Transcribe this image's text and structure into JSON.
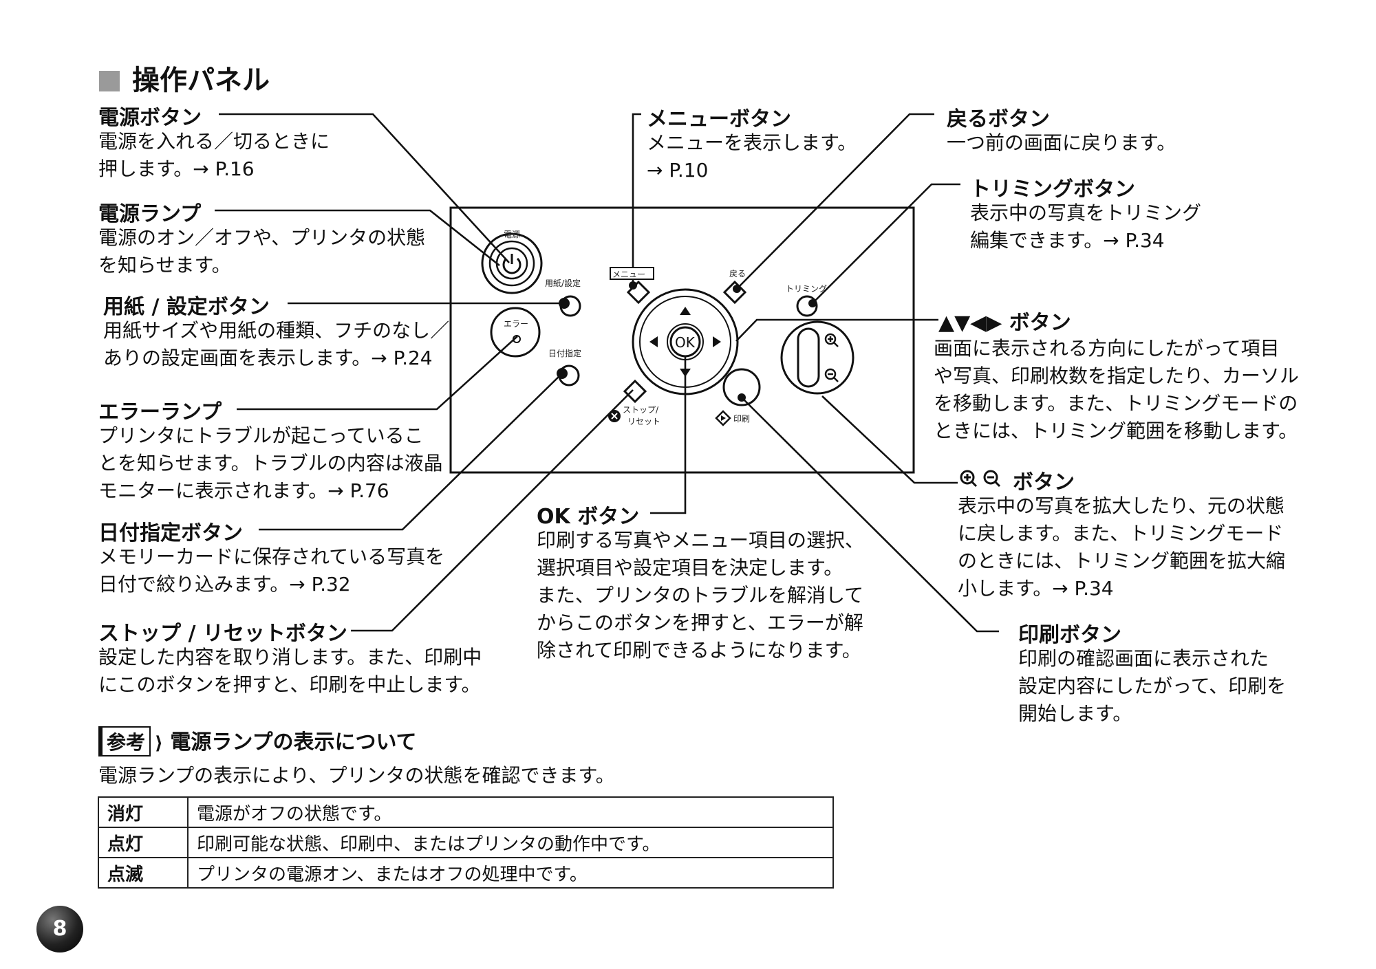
{
  "page_title": "操作パネル",
  "labels": {
    "power_button": {
      "title": "電源ボタン",
      "desc1": "電源を入れる／切るときに",
      "desc2": "押します。→ P.16"
    },
    "power_lamp": {
      "title": "電源ランプ",
      "desc1": "電源のオン／オフや、プリンタの状態",
      "desc2": "を知らせます。"
    },
    "paper_button": {
      "title": "用紙 / 設定ボタン",
      "desc1": "用紙サイズや用紙の種類、フチのなし／",
      "desc2": "ありの設定画面を表示します。→ P.24"
    },
    "error_lamp": {
      "title": "エラーランプ",
      "desc1": "プリンタにトラブルが起こっているこ",
      "desc2": "とを知らせます。トラブルの内容は液晶",
      "desc3": "モニターに表示されます。→ P.76"
    },
    "date_button": {
      "title": "日付指定ボタン",
      "desc1": "メモリーカードに保存されている写真を",
      "desc2": "日付で絞り込みます。→ P.32"
    },
    "stop_button": {
      "title": "ストップ / リセットボタン",
      "desc1": "設定した内容を取り消します。また、印刷中",
      "desc2": "にこのボタンを押すと、印刷を中止します。"
    },
    "menu_button": {
      "title": "メニューボタン",
      "desc1": "メニューを表示します。",
      "desc2": "→ P.10"
    },
    "ok_button": {
      "title": "OK ボタン",
      "desc1": "印刷する写真やメニュー項目の選択、",
      "desc2": "選択項目や設定項目を決定します。",
      "desc3": "また、プリンタのトラブルを解消して",
      "desc4": "からこのボタンを押すと、エラーが解",
      "desc5": "除されて印刷できるようになります。"
    },
    "back_button": {
      "title": "戻るボタン",
      "desc1": "一つ前の画面に戻ります。"
    },
    "trim_button": {
      "title": "トリミングボタン",
      "desc1": "表示中の写真をトリミング",
      "desc2": "編集できます。→ P.34"
    },
    "arrow_buttons": {
      "title": "▲▼◀▶ ボタン",
      "desc1": "画面に表示される方向にしたがって項目",
      "desc2": "や写真、印刷枚数を指定したり、カーソル",
      "desc3": "を移動します。また、トリミングモードの",
      "desc4": "ときには、トリミング範囲を移動します。"
    },
    "zoom_buttons": {
      "title": "ボタン",
      "desc1": "表示中の写真を拡大したり、元の状態",
      "desc2": "に戻します。また、トリミングモード",
      "desc3": "のときには、トリミング範囲を拡大縮",
      "desc4": "小します。→ P.34"
    },
    "print_button": {
      "title": "印刷ボタン",
      "desc1": "印刷の確認画面に表示された",
      "desc2": "設定内容にしたがって、印刷を",
      "desc3": "開始します。"
    }
  },
  "panel": {
    "power": "電源",
    "paper": "用紙/設定",
    "error": "エラー",
    "date": "日付指定",
    "menu": "メニュー",
    "back": "戻る",
    "trim": "トリミング",
    "ok": "OK",
    "stop1": "ストップ/",
    "stop2": "リセット",
    "print": "印刷"
  },
  "note": {
    "badge": "参考",
    "heading": "電源ランプの表示について",
    "text": "電源ランプの表示により、プリンタの状態を確認できます。"
  },
  "lamp_table": [
    {
      "state": "消灯",
      "meaning": "電源がオフの状態です。"
    },
    {
      "state": "点灯",
      "meaning": "印刷可能な状態、印刷中、またはプリンタの動作中です。"
    },
    {
      "state": "点滅",
      "meaning": "プリンタの電源オン、またはオフの処理中です。"
    }
  ],
  "page_number": "8",
  "icons": [
    "power-icon",
    "zoom-in-icon",
    "zoom-out-icon",
    "stop-icon",
    "print-start-icon",
    "arrow-up-icon",
    "arrow-down-icon",
    "arrow-left-icon",
    "arrow-right-icon"
  ]
}
